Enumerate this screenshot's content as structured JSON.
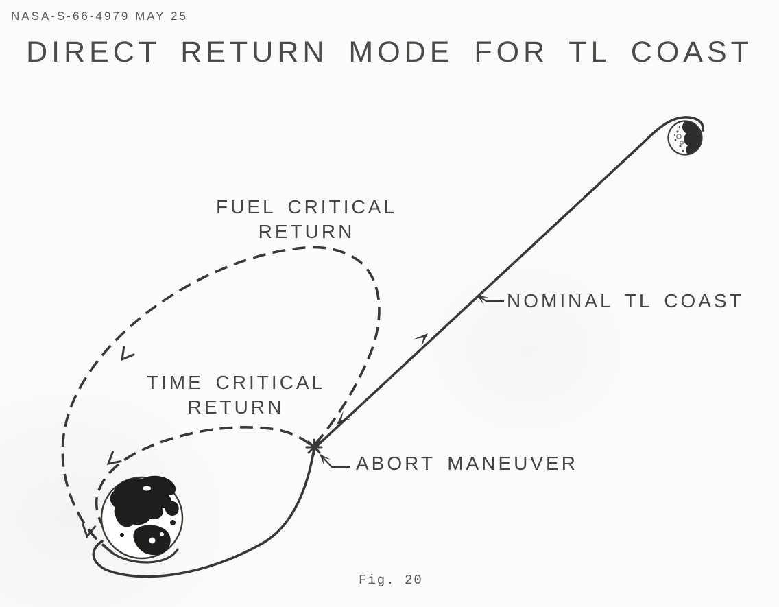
{
  "page": {
    "paper_color": "#fbfbf9",
    "ink_color": "#383836"
  },
  "header": {
    "document_code": "NASA-S-66-4979 MAY 25"
  },
  "title": "DIRECT RETURN MODE FOR TL COAST",
  "diagram": {
    "labels": {
      "fuel_critical": {
        "line1": "FUEL CRITICAL",
        "line2": "RETURN"
      },
      "time_critical": {
        "line1": "TIME CRITICAL",
        "line2": "RETURN"
      },
      "nominal": "NOMINAL TL COAST",
      "abort": "ABORT MANEUVER"
    },
    "icons": {
      "earth": "earth-globe",
      "moon": "half-shaded-moon",
      "abort_marker": "asterisk-star"
    },
    "paths": {
      "solid_trajectory": "nominal translunar coast from Earth to Moon",
      "outer_dashed_orbit": "fuel critical return ellipse",
      "inner_dashed_orbit": "time critical return ellipse"
    }
  },
  "caption": "Fig. 20"
}
